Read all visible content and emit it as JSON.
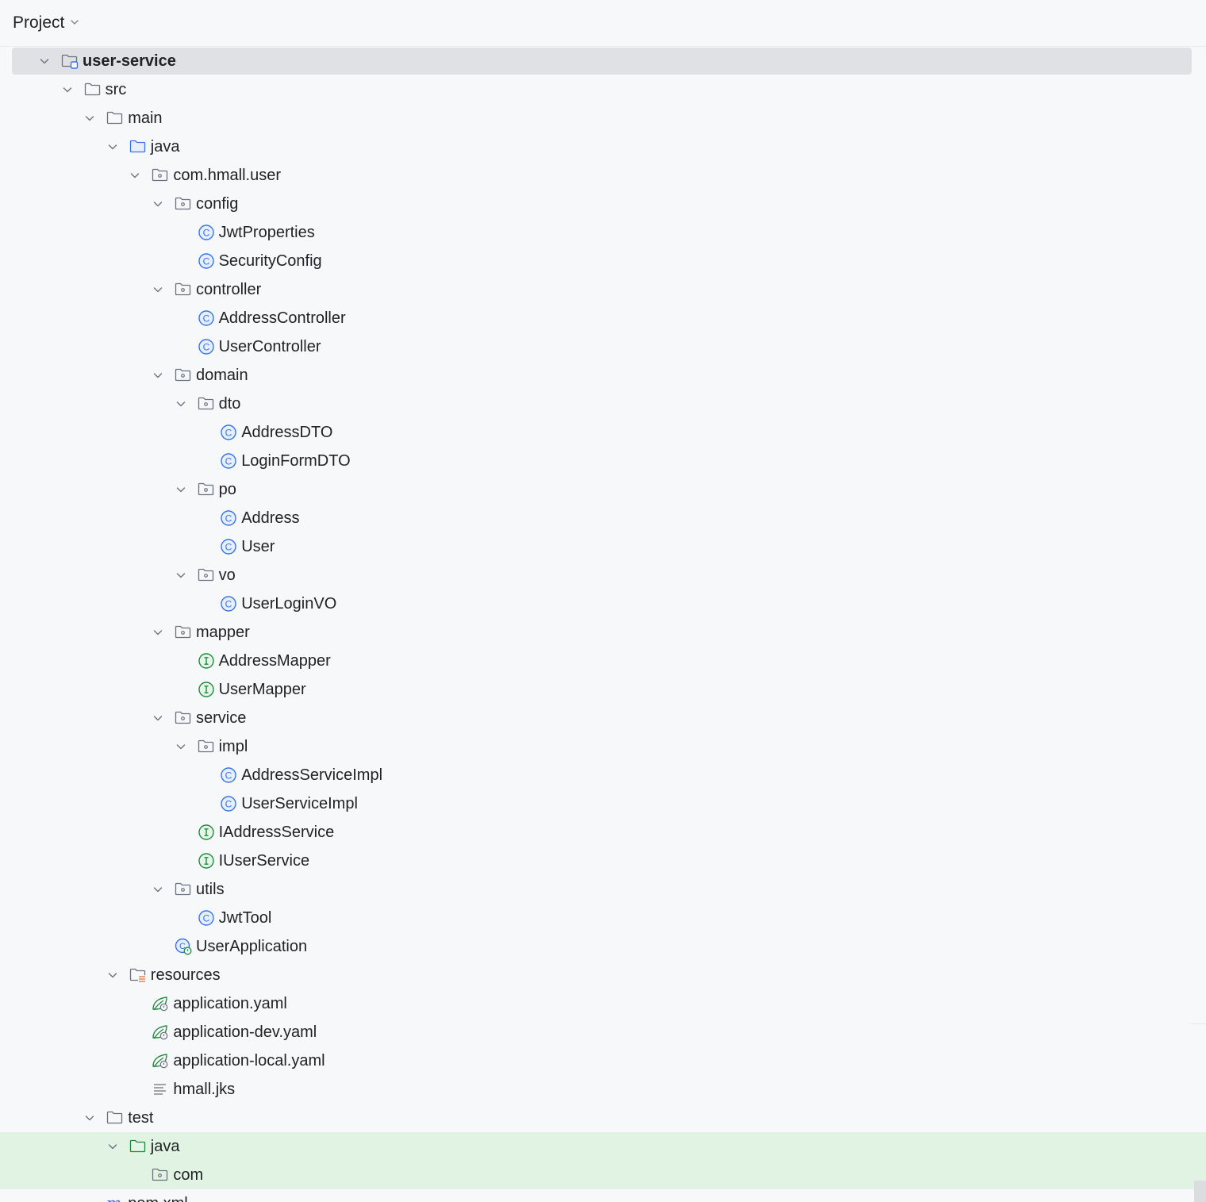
{
  "header": {
    "title": "Project"
  },
  "tree": [
    {
      "label": "user-service",
      "icon": "module-folder-icon",
      "depth": 0,
      "chevron": true,
      "state": "selected",
      "bold": true
    },
    {
      "label": "src",
      "icon": "folder-icon",
      "depth": 1,
      "chevron": true
    },
    {
      "label": "main",
      "icon": "folder-icon",
      "depth": 2,
      "chevron": true
    },
    {
      "label": "java",
      "icon": "source-root-folder-icon",
      "depth": 3,
      "chevron": true
    },
    {
      "label": "com.hmall.user",
      "icon": "package-icon",
      "depth": 4,
      "chevron": true
    },
    {
      "label": "config",
      "icon": "package-icon",
      "depth": 5,
      "chevron": true
    },
    {
      "label": "JwtProperties",
      "icon": "class-icon",
      "depth": 6,
      "chevron": false
    },
    {
      "label": "SecurityConfig",
      "icon": "class-icon",
      "depth": 6,
      "chevron": false
    },
    {
      "label": "controller",
      "icon": "package-icon",
      "depth": 5,
      "chevron": true
    },
    {
      "label": "AddressController",
      "icon": "class-icon",
      "depth": 6,
      "chevron": false
    },
    {
      "label": "UserController",
      "icon": "class-icon",
      "depth": 6,
      "chevron": false
    },
    {
      "label": "domain",
      "icon": "package-icon",
      "depth": 5,
      "chevron": true
    },
    {
      "label": "dto",
      "icon": "package-icon",
      "depth": 6,
      "chevron": true
    },
    {
      "label": "AddressDTO",
      "icon": "class-icon",
      "depth": 7,
      "chevron": false
    },
    {
      "label": "LoginFormDTO",
      "icon": "class-icon",
      "depth": 7,
      "chevron": false
    },
    {
      "label": "po",
      "icon": "package-icon",
      "depth": 6,
      "chevron": true
    },
    {
      "label": "Address",
      "icon": "class-icon",
      "depth": 7,
      "chevron": false
    },
    {
      "label": "User",
      "icon": "class-icon",
      "depth": 7,
      "chevron": false
    },
    {
      "label": "vo",
      "icon": "package-icon",
      "depth": 6,
      "chevron": true
    },
    {
      "label": "UserLoginVO",
      "icon": "class-icon",
      "depth": 7,
      "chevron": false
    },
    {
      "label": "mapper",
      "icon": "package-icon",
      "depth": 5,
      "chevron": true
    },
    {
      "label": "AddressMapper",
      "icon": "interface-icon",
      "depth": 6,
      "chevron": false
    },
    {
      "label": "UserMapper",
      "icon": "interface-icon",
      "depth": 6,
      "chevron": false
    },
    {
      "label": "service",
      "icon": "package-icon",
      "depth": 5,
      "chevron": true
    },
    {
      "label": "impl",
      "icon": "package-icon",
      "depth": 6,
      "chevron": true
    },
    {
      "label": "AddressServiceImpl",
      "icon": "class-icon",
      "depth": 7,
      "chevron": false
    },
    {
      "label": "UserServiceImpl",
      "icon": "class-icon",
      "depth": 7,
      "chevron": false
    },
    {
      "label": "IAddressService",
      "icon": "interface-icon",
      "depth": 6,
      "chevron": false
    },
    {
      "label": "IUserService",
      "icon": "interface-icon",
      "depth": 6,
      "chevron": false
    },
    {
      "label": "utils",
      "icon": "package-icon",
      "depth": 5,
      "chevron": true
    },
    {
      "label": "JwtTool",
      "icon": "class-icon",
      "depth": 6,
      "chevron": false
    },
    {
      "label": "UserApplication",
      "icon": "spring-boot-class-icon",
      "depth": 5,
      "chevron": false
    },
    {
      "label": "resources",
      "icon": "resources-folder-icon",
      "depth": 3,
      "chevron": true
    },
    {
      "label": "application.yaml",
      "icon": "spring-config-icon",
      "depth": 4,
      "chevron": false
    },
    {
      "label": "application-dev.yaml",
      "icon": "spring-config-icon",
      "depth": 4,
      "chevron": false
    },
    {
      "label": "application-local.yaml",
      "icon": "spring-config-icon",
      "depth": 4,
      "chevron": false
    },
    {
      "label": "hmall.jks",
      "icon": "text-file-icon",
      "depth": 4,
      "chevron": false
    },
    {
      "label": "test",
      "icon": "folder-icon",
      "depth": 2,
      "chevron": true
    },
    {
      "label": "java",
      "icon": "test-root-folder-icon",
      "depth": 3,
      "chevron": true,
      "state": "green"
    },
    {
      "label": "com",
      "icon": "package-icon",
      "depth": 4,
      "chevron": false,
      "state": "green"
    },
    {
      "label": "pom.xml",
      "icon": "maven-icon",
      "depth": 2,
      "chevron": false
    }
  ],
  "colors": {
    "class": "#3574f0",
    "interface": "#208a3c",
    "folder": "#6c707e",
    "source_root": "#3574f0",
    "test_root": "#208a3c",
    "resources_accent": "#e08855",
    "selected_bg": "#dfe1e5",
    "test_bg": "#e1f4e3"
  }
}
